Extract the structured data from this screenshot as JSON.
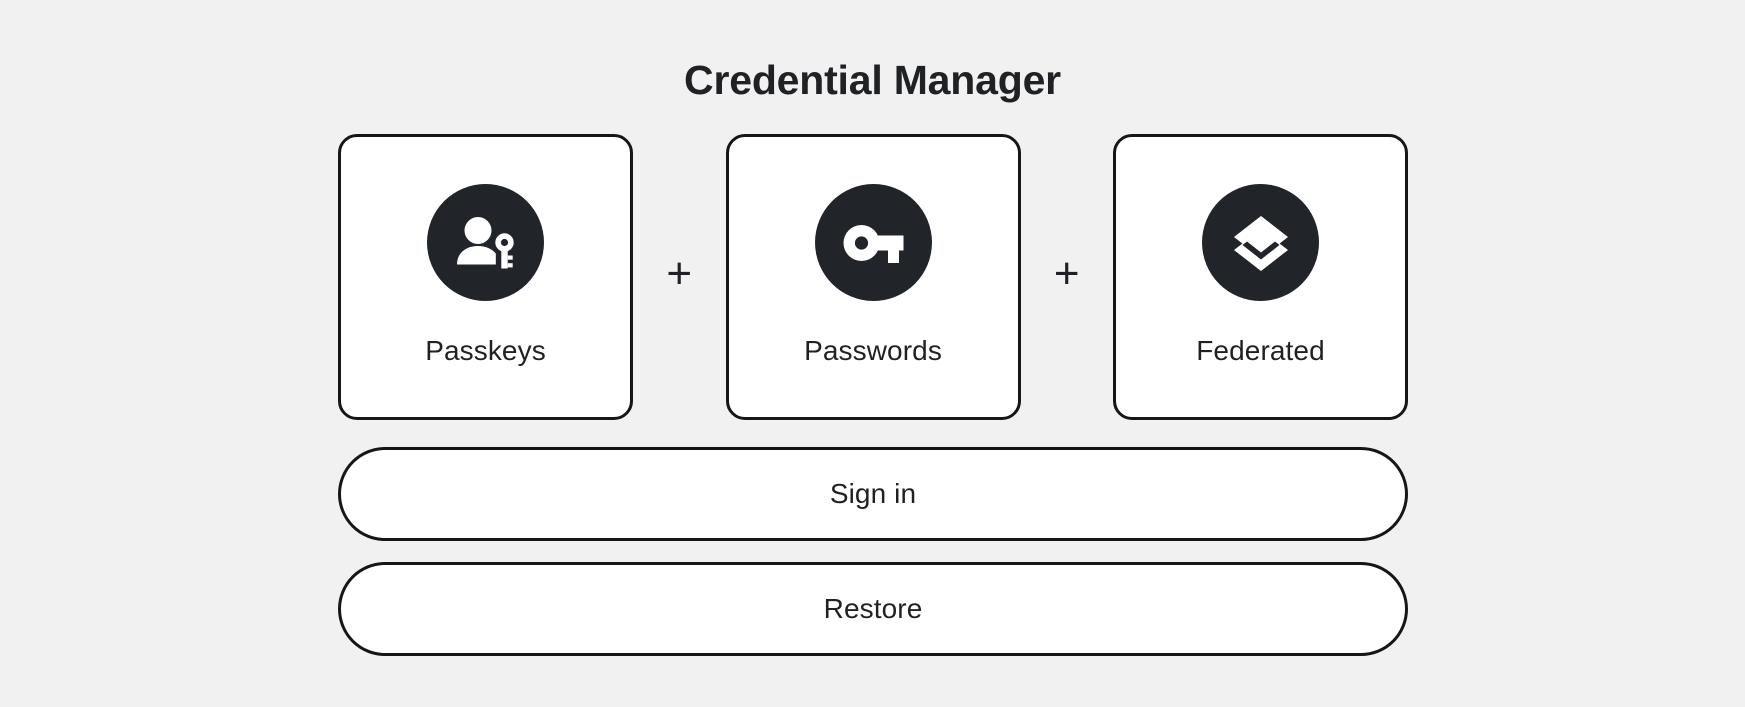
{
  "header": {
    "title": "Credential Manager"
  },
  "colors": {
    "background": "#f1f1f1",
    "card_background": "#ffffff",
    "border": "#14161a",
    "icon_circle": "#212429",
    "text": "#1f2124",
    "icon_glyph": "#ffffff"
  },
  "credential_types": [
    {
      "label": "Passkeys",
      "icon": "person-key-icon"
    },
    {
      "label": "Passwords",
      "icon": "key-icon"
    },
    {
      "label": "Federated",
      "icon": "layers-icon"
    }
  ],
  "separators": {
    "plus": "+"
  },
  "actions": [
    {
      "label": "Sign in",
      "name": "sign-in-button"
    },
    {
      "label": "Restore",
      "name": "restore-button"
    }
  ]
}
